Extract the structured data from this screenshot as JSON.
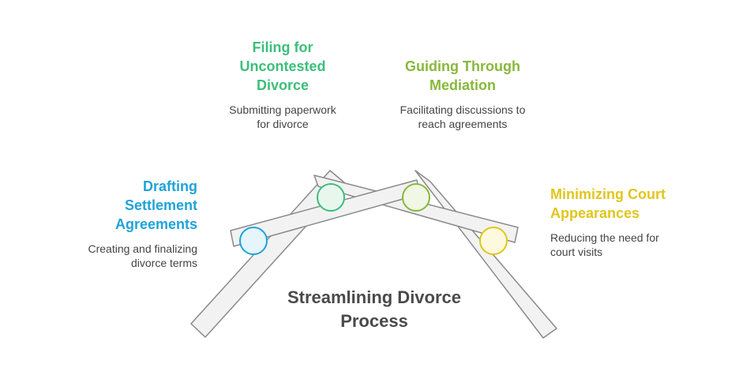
{
  "title": "Streamlining Divorce Process",
  "colors": {
    "plank_fill": "#f2f2f2",
    "plank_stroke": "#8a8a8a"
  },
  "steps": [
    {
      "title": "Drafting Settlement Agreements",
      "description": "Creating and finalizing divorce terms",
      "color": "#1fa3d9",
      "marker_fill": "#e6f5fc"
    },
    {
      "title": "Filing for Uncontested Divorce",
      "description": "Submitting paperwork for divorce",
      "color": "#3cbf7a",
      "marker_fill": "#e8f7ee"
    },
    {
      "title": "Guiding Through Mediation",
      "description": "Facilitating discussions to reach agreements",
      "color": "#88b83c",
      "marker_fill": "#f0f7e4"
    },
    {
      "title": "Minimizing Court Appearances",
      "description": "Reducing the need for court visits",
      "color": "#e0c61c",
      "marker_fill": "#fdf9dd"
    }
  ]
}
